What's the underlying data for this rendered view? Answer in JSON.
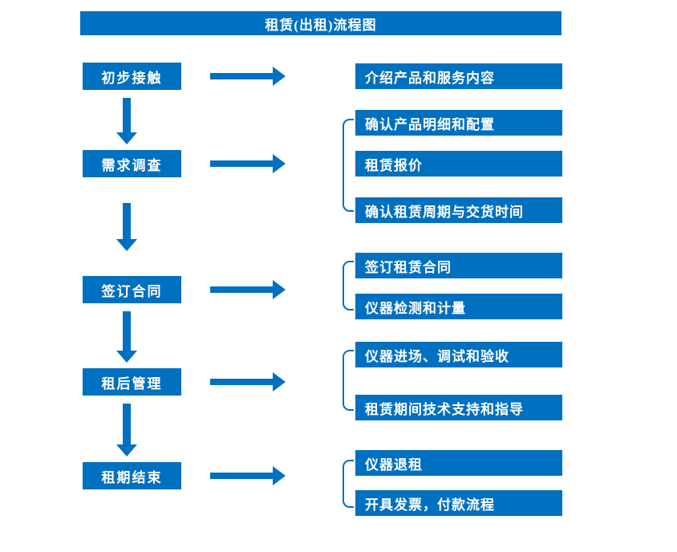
{
  "title": "租赁(出租)流程图",
  "colors": {
    "accent": "#0070C0",
    "text": "#FFFFFF"
  },
  "steps": [
    {
      "label": "初步接触",
      "outputs": [
        "介绍产品和服务内容"
      ]
    },
    {
      "label": "需求调查",
      "outputs": [
        "确认产品明细和配置",
        "租赁报价",
        "确认租赁周期与交货时间"
      ]
    },
    {
      "label": "签订合同",
      "outputs": [
        "签订租赁合同",
        "仪器检测和计量"
      ]
    },
    {
      "label": "租后管理",
      "outputs": [
        "仪器进场、调试和验收",
        "租赁期间技术支持和指导"
      ]
    },
    {
      "label": "租期结束",
      "outputs": [
        "仪器退租",
        "开具发票，付款流程"
      ]
    }
  ]
}
